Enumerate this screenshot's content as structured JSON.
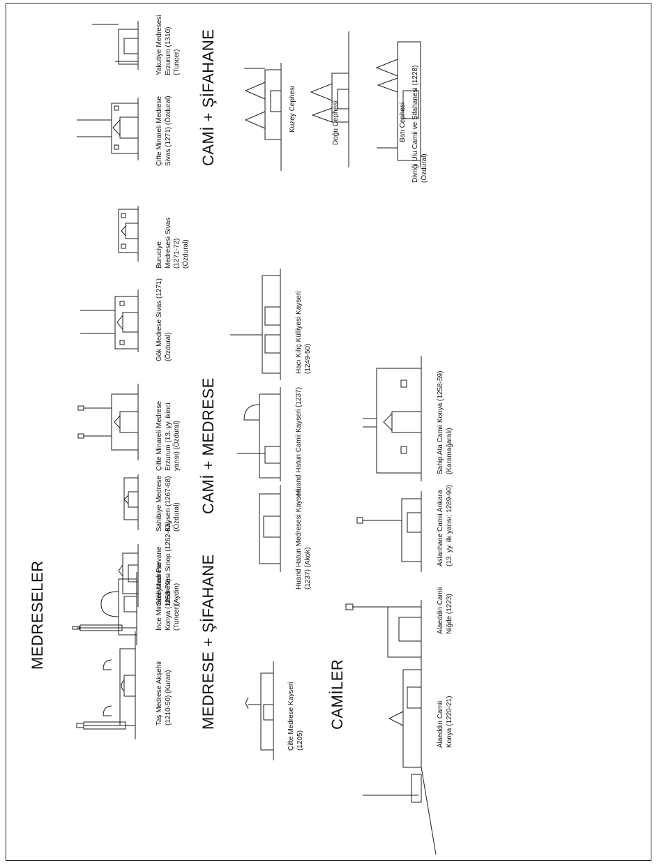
{
  "sections": {
    "medreseler": "MEDRESELER",
    "medrese_sifahane": "MEDRESE + ŞİFAHANE",
    "camiler": "CAMİLER",
    "cami_medrese": "CAMİ + MEDRESE",
    "cami_sifahane": "CAMİ + ŞİFAHANE"
  },
  "captions": {
    "tas_medrese": [
      "Taş Medrese Akşehir",
      "(1210-50)  (Kuran)"
    ],
    "ince_minareli": [
      "İnce Minareli Medrese",
      "Konya (1258-79)",
      "(Tuncer)"
    ],
    "suleyman_pervane": [
      "Süleyman Pervane",
      "Medresesi  Sinop (1262-63)",
      "(Aydın)"
    ],
    "sahibiye": [
      "Sahibiye Medrese",
      "Kayseri (1267-68)",
      "(Özdural)"
    ],
    "cifte_minareli_erzurum": [
      "Çifte Minareli Medrese",
      "Erzurum (13. yy. ikinci",
      "yarısı) (Özdural)"
    ],
    "gok_medrese": [
      "Gök Medrese Sivas (1271)",
      "(Özdural)"
    ],
    "buruciye": [
      "Buruciye",
      "Medresesi Sivas",
      "(1271-72)",
      "(Özdural)"
    ],
    "cifte_minareli_sivas": [
      "Çifte Minareli Medrese",
      "Sivas (1271) (Özdural)"
    ],
    "yakutiye": [
      "Yakutiye Medresesi",
      "Erzurum (1310)",
      "(Tuncer)"
    ],
    "cifte_kayseri": [
      "Çifte Medrese Kayseri",
      "(1205)"
    ],
    "alaeddin_konya": [
      "Alaeddin Camii",
      "Konya (1220-21)"
    ],
    "alaeddin_nigde": [
      "Alaeddin Camii",
      "Niğde (1223)"
    ],
    "aslanhane": [
      "Aslanhane Camii Ankara",
      "(13. yy. ilk yarısı; 1289-90)"
    ],
    "sahip_ata": [
      "Sahip Ata Camii Konya (1258-59)",
      "(Karamağaralı)"
    ],
    "huand_medrese": [
      "Huand Hatun Medresesi Kayseri",
      "(1237) (Akok)"
    ],
    "huand_camii": [
      "Huand Hatun Camii Kayseri (1237)"
    ],
    "haci_kilic": [
      "Hacı Kılıç Külliyesi Kayseri",
      "(1249-50)"
    ],
    "kuzey": "Kuzey Cephesi",
    "dogu": "Doğu Cephesi",
    "bati": "Batı Cephesi",
    "divrigi": [
      "Divriği Ulu Camii ve Şifahanesi (1228)",
      "(Özdural)"
    ]
  }
}
